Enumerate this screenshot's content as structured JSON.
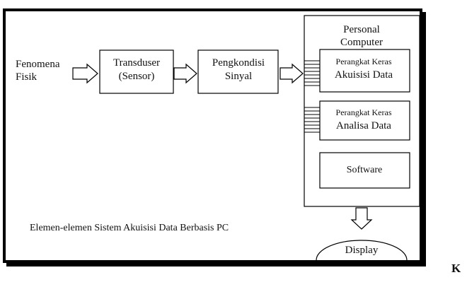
{
  "input_label": [
    "Fenomena",
    "Fisik"
  ],
  "blocks": {
    "transducer": [
      "Transduser",
      "(Sensor)"
    ],
    "conditioner": [
      "Pengkondisi",
      "Sinyal"
    ]
  },
  "pc": {
    "title": [
      "Personal",
      "Computer"
    ],
    "daq_card": [
      "Perangkat Keras",
      "Akuisisi Data"
    ],
    "analysis_card": [
      "Perangkat Keras",
      "Analisa Data"
    ],
    "software": "Software"
  },
  "output": "Display",
  "caption": "Elemen-elemen Sistem Akuisisi Data Berbasis PC",
  "side_letter": "K"
}
